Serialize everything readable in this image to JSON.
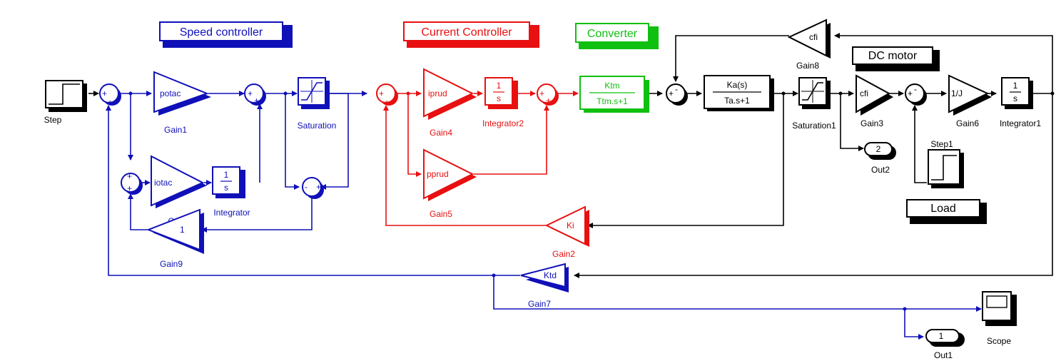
{
  "annotations": {
    "speed_controller": "Speed controller",
    "current_controller": "Current Controller",
    "converter": "Converter",
    "dc_motor": "DC motor",
    "load": "Load"
  },
  "blocks": {
    "step": "Step",
    "step1": "Step1",
    "gain1": {
      "name": "Gain1",
      "value": "potac"
    },
    "gain": {
      "name": "Gain",
      "value": "iotac"
    },
    "gain9": {
      "name": "Gain9",
      "value": "1"
    },
    "integrator": {
      "name": "Integrator",
      "num": "1",
      "den": "s"
    },
    "saturation": "Saturation",
    "gain4": {
      "name": "Gain4",
      "value": "iprud"
    },
    "gain5": {
      "name": "Gain5",
      "value": "pprud"
    },
    "integrator2": {
      "name": "Integrator2",
      "num": "1",
      "den": "s"
    },
    "gain2": {
      "name": "Gain2",
      "value": "Ki"
    },
    "converter_tf": {
      "num": "Ktm",
      "den": "Ttm.s+1"
    },
    "motor_tf": {
      "num": "Ka(s)",
      "den": "Ta.s+1"
    },
    "gain8": {
      "name": "Gain8",
      "value": "cfi"
    },
    "saturation1": "Saturation1",
    "gain3": {
      "name": "Gain3",
      "value": "cfi"
    },
    "gain6": {
      "name": "Gain6",
      "value": "1/J"
    },
    "integrator1": {
      "name": "Integrator1",
      "num": "1",
      "den": "s"
    },
    "gain7": {
      "name": "Gain7",
      "value": "Ktd"
    },
    "out2": {
      "name": "Out2",
      "value": "2"
    },
    "out1": {
      "name": "Out1",
      "value": "1"
    },
    "scope": "Scope"
  },
  "colors": {
    "speed": "#1010b8",
    "current": "#e81010",
    "converter": "#10c010",
    "motor": "#000000"
  }
}
